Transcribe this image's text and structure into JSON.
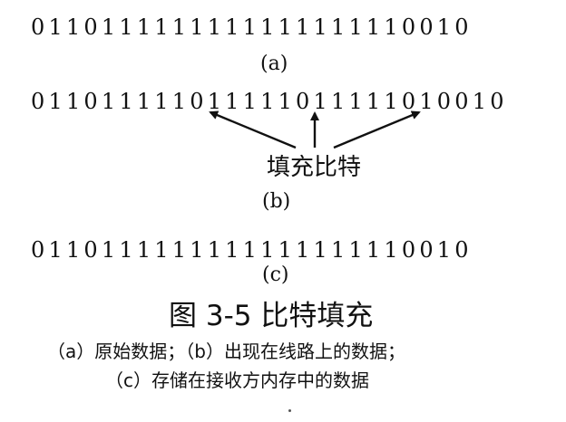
{
  "figure": {
    "row_a": {
      "bits": "0110111111111111111110010",
      "label": "(a)"
    },
    "row_b": {
      "bits": "011011111011111011111010010",
      "label": "(b)",
      "annotation": "填充比特"
    },
    "row_c": {
      "bits": "0110111111111111111110010",
      "label": "(c)"
    }
  },
  "caption": {
    "title": "图 3-5   比特填充",
    "line1": "（a）原始数据；（b）出现在线路上的数据；",
    "line2": "（c）存储在接收方内存中的数据"
  },
  "colors": {
    "ink": "#111111",
    "background": "#ffffff"
  }
}
